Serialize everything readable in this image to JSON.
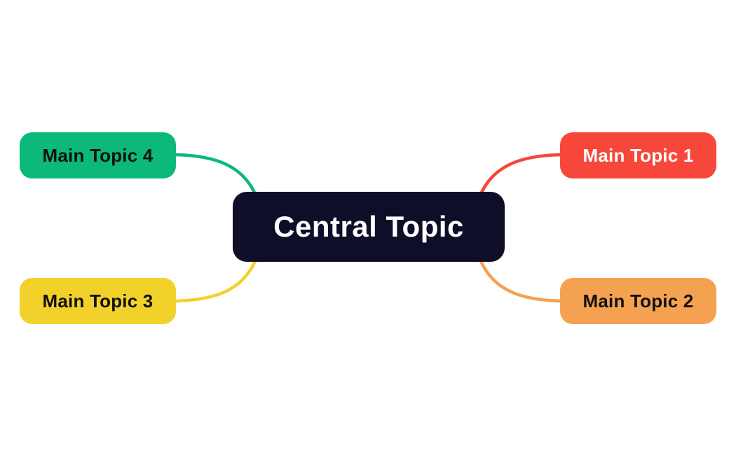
{
  "canvas": {
    "background_color": "#ffffff"
  },
  "mindmap": {
    "central_node": {
      "label": "Central Topic",
      "fill_color": "#0e0e28",
      "text_color": "#ffffff"
    },
    "main_topics": [
      {
        "label": "Main Topic 1",
        "fill_color": "#f7473b",
        "text_color": "#ffffff",
        "position": "top-right"
      },
      {
        "label": "Main Topic 2",
        "fill_color": "#f4a251",
        "text_color": "#111111",
        "position": "bottom-right"
      },
      {
        "label": "Main Topic 3",
        "fill_color": "#f2d12b",
        "text_color": "#111111",
        "position": "bottom-left"
      },
      {
        "label": "Main Topic 4",
        "fill_color": "#0cb97b",
        "text_color": "#111111",
        "position": "top-left"
      }
    ]
  }
}
